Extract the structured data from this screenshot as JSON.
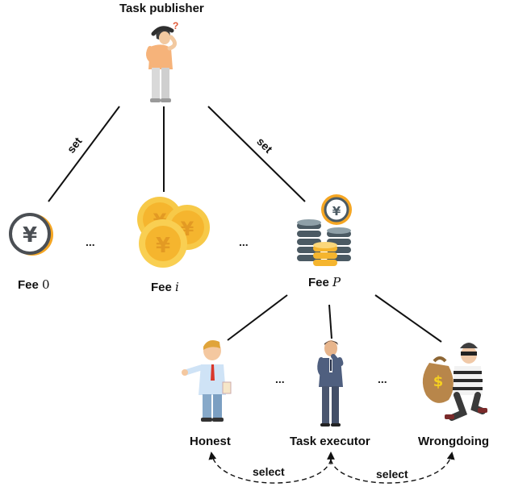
{
  "publisher": {
    "label": "Task publisher"
  },
  "fees": [
    {
      "prefix": "Fee",
      "symbol": "0"
    },
    {
      "prefix": "Fee",
      "symbol": "i"
    },
    {
      "prefix": "Fee",
      "symbol": "P"
    }
  ],
  "edges": {
    "left_label": "set",
    "right_label": "set"
  },
  "ellipsis": "...",
  "agents": [
    {
      "label": "Honest"
    },
    {
      "label": "Task executor"
    },
    {
      "label": "Wrongdoing"
    }
  ],
  "select_labels": [
    "select",
    "select"
  ],
  "colors": {
    "coin": "#f5a623",
    "coin_dark": "#e8912a",
    "stack": "#4b5a63",
    "line": "#111111"
  }
}
